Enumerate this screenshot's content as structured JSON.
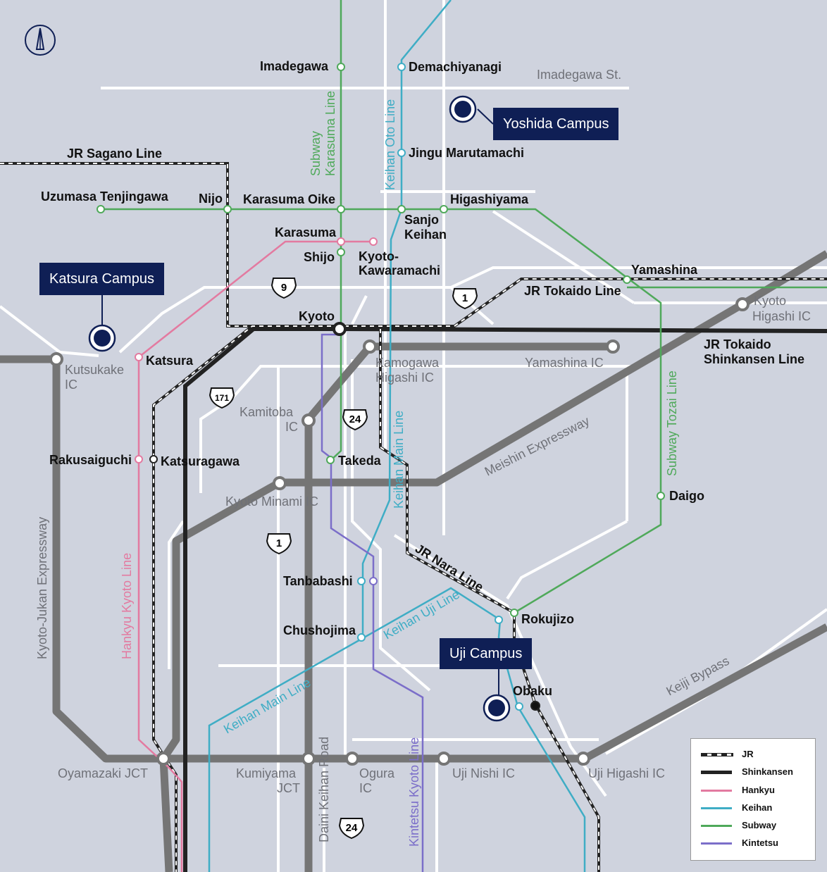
{
  "colors": {
    "background": "#cfd3de",
    "road_white": "#ffffff",
    "expressway": "#757575",
    "shinkansen": "#222222",
    "hankyu": "#e37aa0",
    "keihan": "#3fadc5",
    "subway": "#4fa95a",
    "kintetsu": "#7b6ec9",
    "campus": "#0f1f55",
    "label_gray": "#6f7178"
  },
  "compass": {
    "icon": "north-arrow-icon"
  },
  "campuses": {
    "yoshida": "Yoshida Campus",
    "katsura": "Katsura Campus",
    "uji": "Uji Campus"
  },
  "streets": {
    "imadegawa_st": "Imadegawa St."
  },
  "stations": {
    "imadegawa": "Imadegawa",
    "demachiyanagi": "Demachiyanagi",
    "jingu_marutamachi": "Jingu Marutamachi",
    "uzumasa": "Uzumasa Tenjingawa",
    "nijo": "Nijo",
    "karasuma_oike": "Karasuma Oike",
    "higashiyama": "Higashiyama",
    "sanjo_keihan_1": "Sanjo",
    "sanjo_keihan_2": "Keihan",
    "karasuma": "Karasuma",
    "shijo": "Shijo",
    "kyoto_kawaramachi_1": "Kyoto-",
    "kyoto_kawaramachi_2": "Kawaramachi",
    "yamashina": "Yamashina",
    "kyoto": "Kyoto",
    "katsura": "Katsura",
    "rakusaiguchi": "Rakusaiguchi",
    "katsuragawa": "Katsuragawa",
    "takeda": "Takeda",
    "daigo": "Daigo",
    "tanbabashi": "Tanbabashi",
    "chushojima": "Chushojima",
    "rokujizo": "Rokujizo",
    "obaku": "Obaku"
  },
  "line_labels": {
    "jr_sagano": "JR Sagano Line",
    "jr_tokaido": "JR Tokaido Line",
    "shinkansen_1": "JR Tokaido",
    "shinkansen_2": "Shinkansen Line",
    "subway_karasuma_1": "Subway",
    "subway_karasuma_2": "Karasuma Line",
    "keihan_oto": "Keihan Oto Line",
    "keihan_main_upper": "Keihan Main Line",
    "keihan_main_lower": "Keihan Main Line",
    "keihan_uji": "Keihan Uji Line",
    "subway_tozai": "Subway Tozai Line",
    "hankyu_kyoto": "Hankyu Kyoto Line",
    "kintetsu_kyoto": "Kintetsu Kyoto Line",
    "jr_nara": "JR Nara Line"
  },
  "interchanges": {
    "kyoto_higashi_1": "Kyoto",
    "kyoto_higashi_2": "Higashi IC",
    "kamogawa_1": "Kamogawa",
    "kamogawa_2": "Higashi IC",
    "yamashina_ic": "Yamashina IC",
    "kutsukake_1": "Kutsukake",
    "kutsukake_2": "IC",
    "kamitoba_1": "Kamitoba",
    "kamitoba_2": "IC",
    "kyoto_minami": "Kyoto Minami IC",
    "oyamazaki": "Oyamazaki JCT",
    "kumiyama_1": "Kumiyama",
    "kumiyama_2": "JCT",
    "ogura_1": "Ogura",
    "ogura_2": "IC",
    "uji_nishi": "Uji Nishi IC",
    "uji_higashi": "Uji Higashi IC"
  },
  "expressway_labels": {
    "meishin": "Meishin Expressway",
    "kyoto_jukan": "Kyoto-Jukan Expressway",
    "keiji": "Keiji Bypass",
    "daini_keihan": "Daini Keihan Road"
  },
  "route_shields": {
    "r9": "9",
    "r1a": "1",
    "r171": "171",
    "r24a": "24",
    "r1b": "1",
    "r24b": "24"
  },
  "legend": [
    {
      "label": "JR",
      "style": "dashed",
      "color": "#222222"
    },
    {
      "label": "Shinkansen",
      "style": "solid",
      "color": "#222222"
    },
    {
      "label": "Hankyu",
      "style": "solid",
      "color": "#e37aa0"
    },
    {
      "label": "Keihan",
      "style": "solid",
      "color": "#3fadc5"
    },
    {
      "label": "Subway",
      "style": "solid",
      "color": "#4fa95a"
    },
    {
      "label": "Kintetsu",
      "style": "solid",
      "color": "#7b6ec9"
    }
  ]
}
